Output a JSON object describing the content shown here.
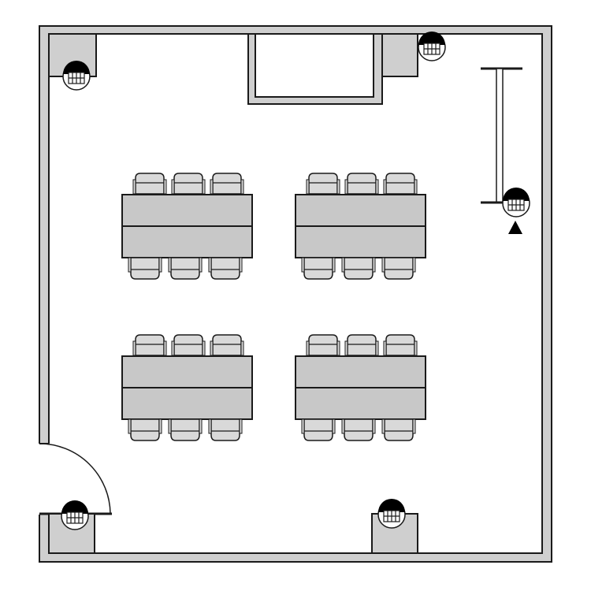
{
  "colors": {
    "background": "#ffffff",
    "wall_fill": "#cfcfcf",
    "furniture_fill": "#c8c8c8",
    "chair_fill": "#d9d9d9",
    "line": "#1a1a1a",
    "symbol_fill": "#000000"
  },
  "room": {
    "table_groups": [
      {
        "id": "top-left",
        "seats": 6
      },
      {
        "id": "top-right",
        "seats": 6
      },
      {
        "id": "bottom-left",
        "seats": 6
      },
      {
        "id": "bottom-right",
        "seats": 6
      }
    ],
    "columns": [
      "top-left",
      "top-right",
      "bottom-left",
      "bottom-right"
    ],
    "features": [
      "entry-door",
      "whiteboard-niche",
      "projector-screen",
      "projector"
    ]
  },
  "icons": {
    "column": "structural-column",
    "light": "ceiling-light-fixture",
    "door": "swing-door",
    "screen": "projection-screen",
    "projector": "projector-triangle"
  }
}
